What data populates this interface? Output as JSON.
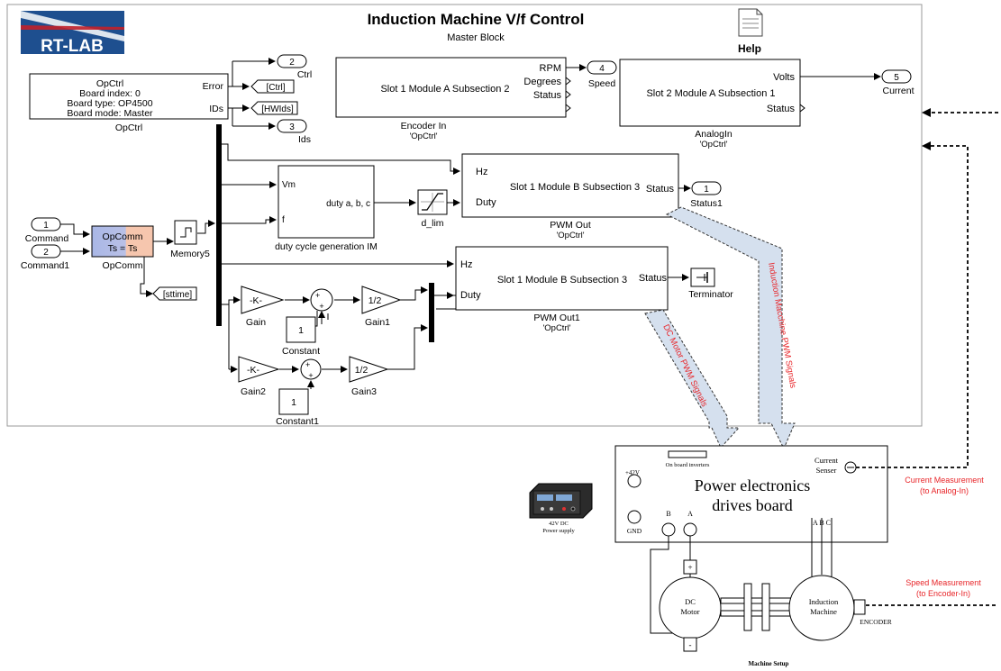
{
  "model": {
    "title": "Induction Machine V/f Control",
    "subtitle": "Master Block",
    "help_label": "Help",
    "logo_text": "RT-LAB"
  },
  "blocks": {
    "opctrl": {
      "lines": [
        "OpCtrl",
        "Board index: 0",
        "Board type: OP4500",
        "Board mode: Master"
      ],
      "port_error": "Error",
      "port_ids": "IDs",
      "caption": "OpCtrl"
    },
    "encoder": {
      "text": "Slot 1 Module A Subsection 2",
      "ports": [
        "RPM",
        "Degrees",
        "Status"
      ],
      "caption": "Encoder In",
      "sub": "'OpCtrl'"
    },
    "analog": {
      "text": "Slot 2 Module A Subsection 1",
      "ports": [
        "Volts",
        "Status"
      ],
      "caption": "AnalogIn",
      "sub": "'OpCtrl'"
    },
    "pwm1": {
      "text": "Slot 1 Module B Subsection 3",
      "in_ports": [
        "Hz",
        "Duty"
      ],
      "out_port": "Status",
      "caption": "PWM Out",
      "sub": "'OpCtrl'"
    },
    "pwm2": {
      "text": "Slot 1 Module B Subsection 3",
      "in_ports": [
        "Hz",
        "Duty"
      ],
      "out_port": "Status",
      "caption": "PWM Out1",
      "sub": "'OpCtrl'"
    },
    "duty": {
      "in_ports": [
        "Vm",
        "f"
      ],
      "out_port": "duty a, b, c",
      "caption": "duty cycle generation IM"
    },
    "opcomm": {
      "lines": [
        "OpComm",
        "Ts = Ts"
      ],
      "caption": "OpComm"
    },
    "memory": {
      "caption": "Memory5"
    },
    "d_lim": {
      "caption": "d_lim"
    },
    "terminator": {
      "caption": "Terminator"
    },
    "gain": {
      "text": "-K-",
      "caption": "Gain"
    },
    "gain1": {
      "text": "1/2",
      "caption": "Gain1"
    },
    "gain2": {
      "text": "-K-",
      "caption": "Gain2"
    },
    "gain3": {
      "text": "1/2",
      "caption": "Gain3"
    },
    "constant": {
      "value": "1",
      "caption": "Constant"
    },
    "constant1": {
      "value": "1",
      "caption": "Constant1"
    }
  },
  "ports": {
    "out_ctrl": {
      "num": "2",
      "name": "Ctrl"
    },
    "out_ids": {
      "num": "3",
      "name": "Ids"
    },
    "out_speed": {
      "num": "4",
      "name": "Speed"
    },
    "out_current": {
      "num": "5",
      "name": "Current"
    },
    "out_status1": {
      "num": "1",
      "name": "Status1"
    },
    "in_command": {
      "num": "1",
      "name": "Command"
    },
    "in_command1": {
      "num": "2",
      "name": "Command1"
    }
  },
  "tags": {
    "ctrl": "[Ctrl]",
    "hwids": "[HWIds]",
    "sttime": "[sttime]"
  },
  "signals": {
    "dc_pwm": "DC Motor PWM Signals",
    "im_pwm": "Induction Macchine PWM Signals"
  },
  "hardware": {
    "board_title_1": "Power electronics",
    "board_title_2": "drives board",
    "inverters": "On board inverters",
    "current_sensor_1": "Current",
    "current_sensor_2": "Senser",
    "v42": "+42V",
    "gnd": "GND",
    "b": "B",
    "a": "A",
    "abc": "A B C",
    "psu_1": "42V DC",
    "psu_2": "Power supply",
    "dc_motor_1": "DC",
    "dc_motor_2": "Motor",
    "im_1": "Induction",
    "im_2": "Machine",
    "encoder": "ENCODER",
    "plus": "+",
    "minus": "-",
    "setup": "Machine Setup"
  },
  "measurements": {
    "current_1": "Current Measurement",
    "current_2": "(to Analog-In)",
    "speed_1": "Speed Measurement",
    "speed_2": "(to Encoder-In)"
  },
  "colors": {
    "measurement_text": "#e8262a",
    "arrow_band": "#d5e0ee",
    "opcomm_left": "#a9b7e6",
    "opcomm_right": "#f6c6ae",
    "logo_blue": "#1e4f8f"
  }
}
